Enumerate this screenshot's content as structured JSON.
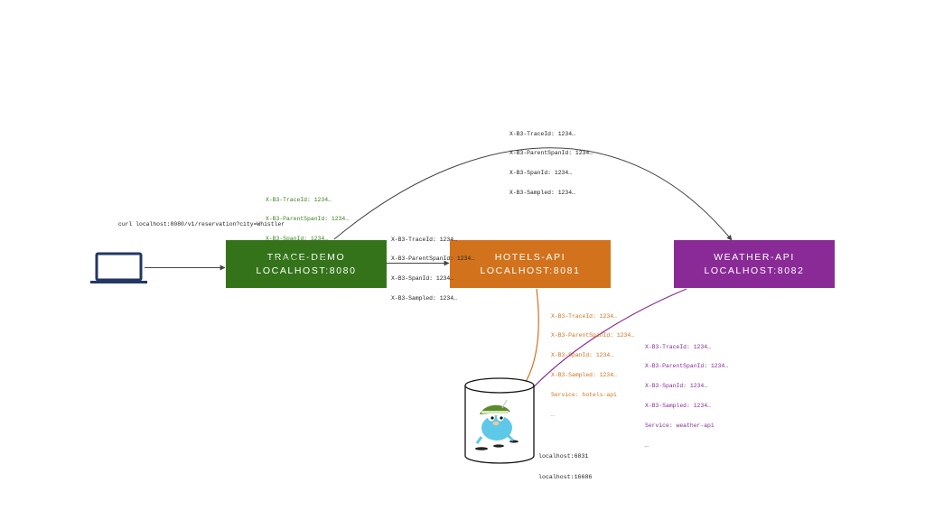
{
  "colors": {
    "trace_demo": "#34731a",
    "hotels_api": "#d2721c",
    "weather_api": "#8a2a97",
    "laptop": "#233763",
    "arrow": "#444444",
    "trace_headers_green": "#3a7d1f",
    "hotels_headers": "#d2721c",
    "weather_headers": "#8a2a97",
    "text_dark": "#222222"
  },
  "client": {
    "icon": "laptop-icon",
    "curl_command": "curl localhost:8080/v1/reservation?city=Whistler"
  },
  "services": {
    "trace_demo": {
      "name": "TRACE-DEMO",
      "address": "LOCALHOST:8080"
    },
    "hotels_api": {
      "name": "HOTELS-API",
      "address": "LOCALHOST:8081"
    },
    "weather_api": {
      "name": "WEATHER-API",
      "address": "LOCALHOST:8082"
    }
  },
  "headers": {
    "trace_demo_outbound": [
      "X-B3-TraceId: 1234…",
      "X-B3-ParentSpanId: 1234…",
      "X-B3-SpanId: 1234…",
      "X-B3-Sampled: 1234…"
    ],
    "to_hotels": [
      "X-B3-TraceId: 1234…",
      "X-B3-ParentSpanId: 1234…",
      "X-B3-SpanId: 1234…",
      "X-B3-Sampled: 1234…"
    ],
    "to_weather": [
      "X-B3-TraceId: 1234…",
      "X-B3-ParentSpanId: 1234…",
      "X-B3-SpanId: 1234…",
      "X-B3-Sampled: 1234…"
    ],
    "hotels_report": [
      "X-B3-TraceId: 1234…",
      "X-B3-ParentSpanId: 1234…",
      "X-B3-SpanId: 1234…",
      "X-B3-Sampled: 1234…",
      "Service: hotels-api",
      "…"
    ],
    "weather_report": [
      "X-B3-TraceId: 1234…",
      "X-B3-ParentSpanId: 1234…",
      "X-B3-SpanId: 1234…",
      "X-B3-Sampled: 1234…",
      "Service: weather-api",
      "…"
    ]
  },
  "collector": {
    "icon": "gopher-mascot-icon",
    "ports": [
      "localhost:6831",
      "localhost:16686"
    ]
  }
}
